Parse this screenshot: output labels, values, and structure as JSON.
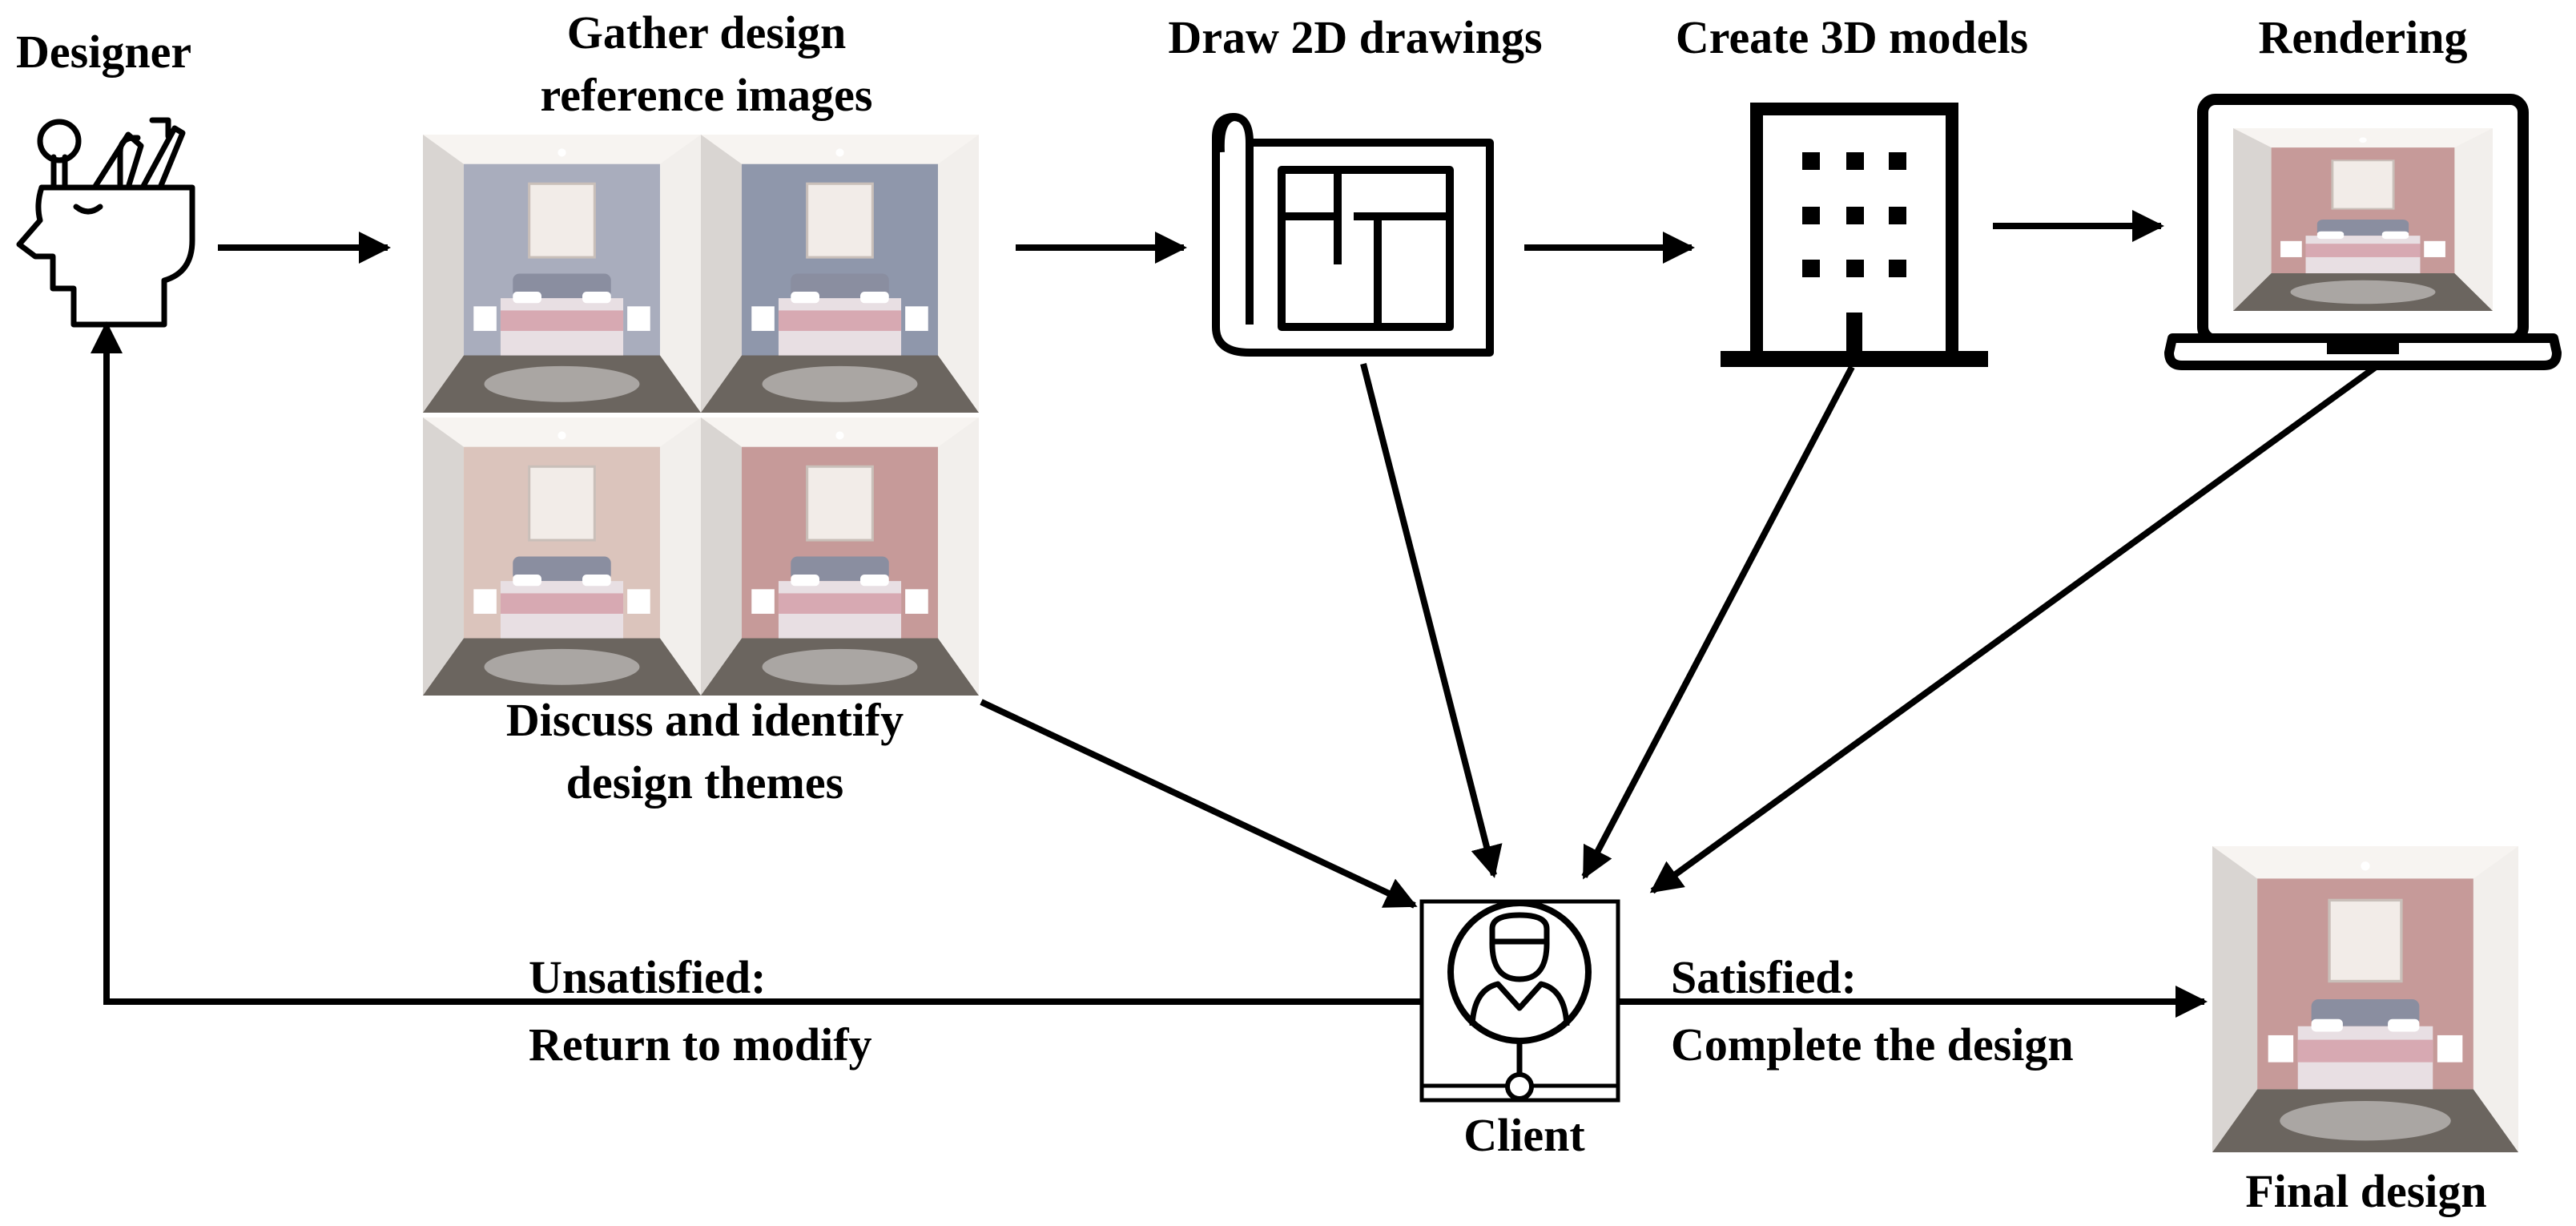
{
  "steps": {
    "designer": "Designer",
    "gather_line1": "Gather design",
    "gather_line2": "reference images",
    "draw2d": "Draw 2D drawings",
    "create3d": "Create 3D models",
    "rendering": "Rendering",
    "discuss_line1": "Discuss and identify",
    "discuss_line2": "design themes",
    "client": "Client",
    "final": "Final design"
  },
  "feedback": {
    "unsatisfied_line1": "Unsatisfied:",
    "unsatisfied_line2": "Return to modify",
    "satisfied_line1": "Satisfied:",
    "satisfied_line2": "Complete the design"
  },
  "icons": [
    "designer-head-icon",
    "blueprint-icon",
    "building-icon",
    "laptop-icon",
    "client-icon"
  ],
  "colors": {
    "stroke": "#000000",
    "wall_pink": "#c69a99",
    "wall_gray": "#a9adbd",
    "floor": "#6b655f"
  }
}
